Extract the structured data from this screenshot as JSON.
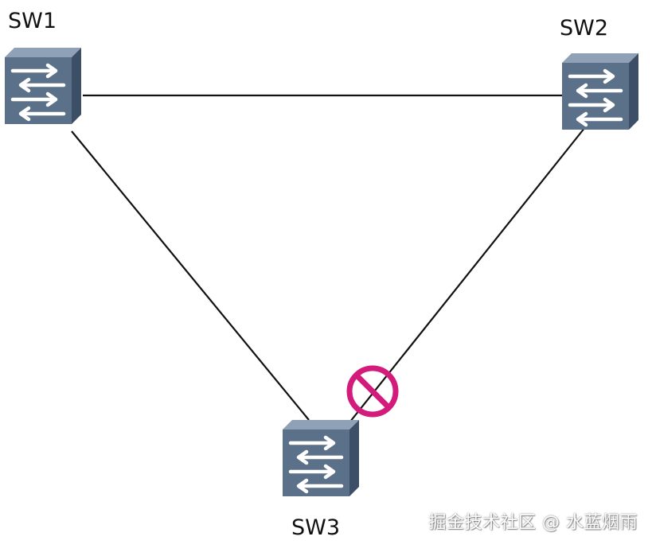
{
  "nodes": [
    {
      "id": "sw1",
      "label": "SW1"
    },
    {
      "id": "sw2",
      "label": "SW2"
    },
    {
      "id": "sw3",
      "label": "SW3"
    }
  ],
  "links": [
    {
      "from": "sw1",
      "to": "sw2",
      "state": "forwarding"
    },
    {
      "from": "sw1",
      "to": "sw3",
      "state": "forwarding"
    },
    {
      "from": "sw2",
      "to": "sw3",
      "state": "blocked"
    }
  ],
  "colors": {
    "link": "#111111",
    "switch_front": "#5b7089",
    "switch_top": "#8ea1b6",
    "switch_side": "#3d4f66",
    "arrow": "#ffffff",
    "blocked_symbol": "#d21b7a"
  },
  "icons": {
    "switch": "switch-icon",
    "blocked": "blocked-port-icon"
  },
  "watermark": "掘金技术社区 @ 水蓝烟雨"
}
